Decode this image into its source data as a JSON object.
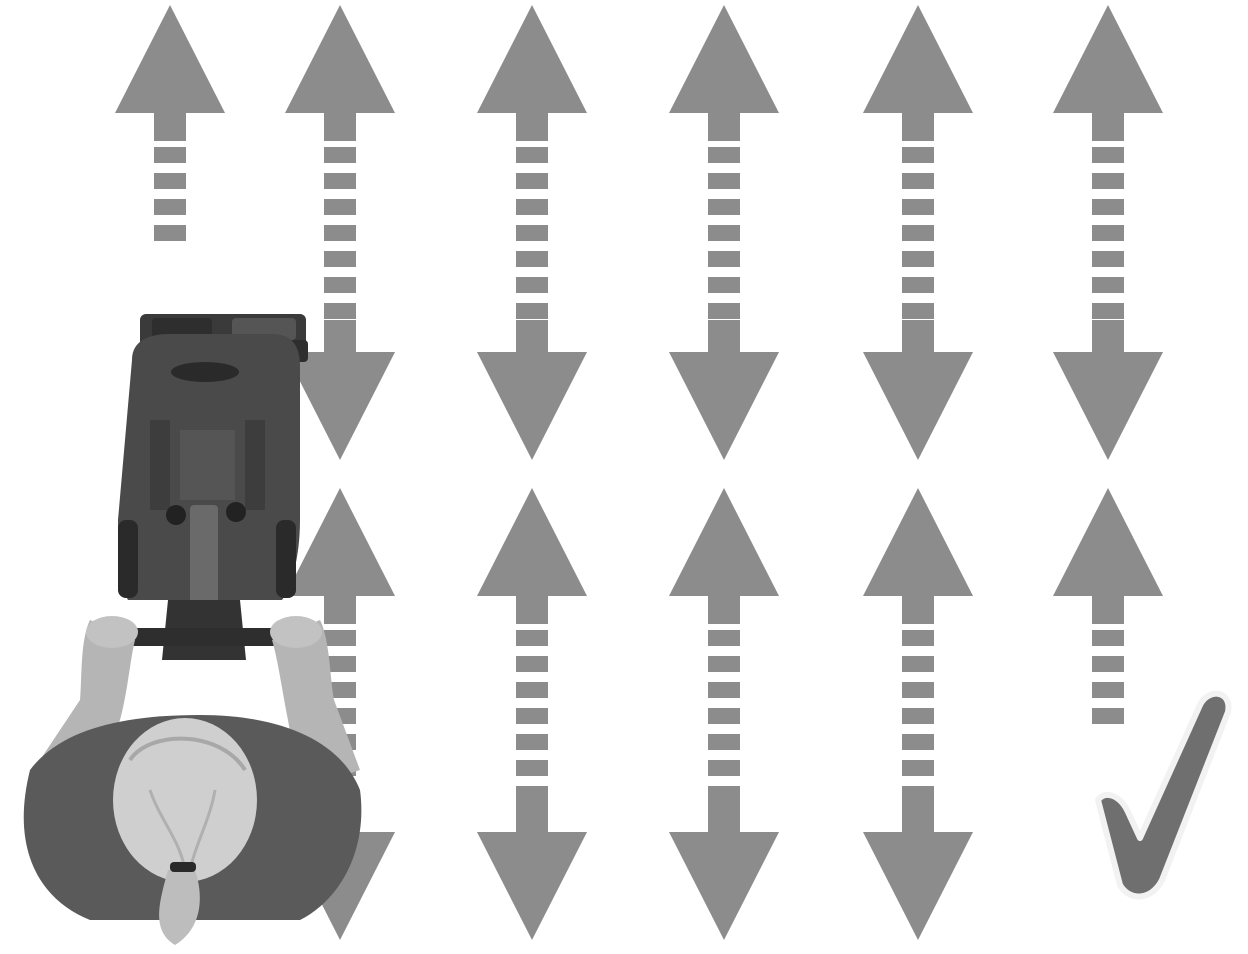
{
  "diagram": {
    "description_hidden": "",
    "colors": {
      "arrow": "#8c8c8c",
      "arrow_dark": "#7a7a7a",
      "checkmark": "#6f6f6f",
      "checkmark_outline": "#f2f2f2",
      "machine_body": "#4a4a4a",
      "machine_dark": "#2e2e2e",
      "operator_shirt": "#5a5a5a",
      "operator_skin": "#b8b8b8",
      "operator_hair": "#c9c9c9",
      "background": "#ffffff"
    },
    "rows": [
      {
        "name": "upper-row",
        "columns": [
          {
            "name": "col-1",
            "direction": "up",
            "full": false
          },
          {
            "name": "col-2",
            "direction": "both",
            "full": true
          },
          {
            "name": "col-3",
            "direction": "both",
            "full": true
          },
          {
            "name": "col-4",
            "direction": "both",
            "full": true
          },
          {
            "name": "col-5",
            "direction": "both",
            "full": true
          },
          {
            "name": "col-6",
            "direction": "both",
            "full": true
          }
        ]
      },
      {
        "name": "lower-row",
        "columns": [
          {
            "name": "col-2",
            "direction": "both",
            "full": true
          },
          {
            "name": "col-3",
            "direction": "both",
            "full": true
          },
          {
            "name": "col-4",
            "direction": "both",
            "full": true
          },
          {
            "name": "col-5",
            "direction": "both",
            "full": true
          },
          {
            "name": "col-6",
            "direction": "up",
            "full": false
          }
        ]
      }
    ],
    "icons": [
      "up-arrow-icon",
      "double-arrow-icon",
      "checkmark-icon",
      "floor-scrubber-operator-icon"
    ]
  }
}
